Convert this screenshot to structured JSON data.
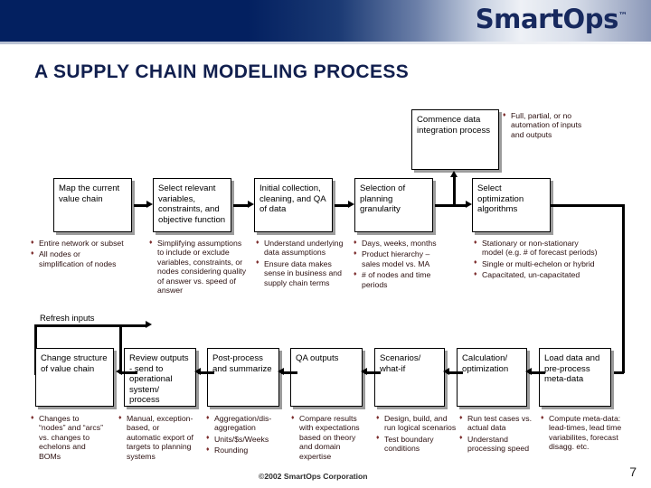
{
  "header": {
    "logo_text": "SmartOps",
    "logo_tm": "™"
  },
  "slide": {
    "title": "A SUPPLY CHAIN MODELING PROCESS",
    "refresh_label": "Refresh inputs",
    "copyright": "©2002 SmartOps Corporation",
    "page_number": "7"
  },
  "top_box": {
    "label": "Commence data integration process"
  },
  "top_bullets": [
    "Full, partial, or no automation of inputs and outputs"
  ],
  "row1": [
    {
      "label": "Map the current value chain",
      "bullets": [
        "Entire network or subset",
        "All nodes or simplification of nodes"
      ]
    },
    {
      "label": "Select relevant variables, constraints, and objective function",
      "bullets": [
        "Simplifying assumptions to include or exclude variables, constraints, or nodes considering quality of answer vs. speed of answer"
      ]
    },
    {
      "label": "Initial collection, cleaning, and QA of data",
      "bullets": [
        "Understand underlying data assumptions",
        "Ensure data makes sense in business and supply chain terms"
      ]
    },
    {
      "label": "Selection of planning granularity",
      "bullets": [
        "Days, weeks, months",
        "Product hierarchy – sales model vs. MA",
        "# of nodes and time periods"
      ]
    },
    {
      "label": "Select optimization algorithms",
      "bullets": [
        "Stationary or non-stationary model (e.g. # of forecast periods)",
        "Single or multi-echelon or hybrid",
        "Capacitated, un-capacitated"
      ]
    }
  ],
  "row2": [
    {
      "label": "Change structure of value chain",
      "bullets": [
        "Changes to “nodes” and “arcs” vs. changes to echelons and BOMs"
      ]
    },
    {
      "label": "Review outputs - send to operational system/ process",
      "bullets": [
        "Manual, exception-based, or automatic export of targets to planning systems"
      ]
    },
    {
      "label": "Post-process and summarize",
      "bullets": [
        "Aggregation/dis-aggregation",
        "Units/$s/Weeks",
        "Rounding"
      ]
    },
    {
      "label": "QA outputs",
      "bullets": [
        "Compare results with expectations based on theory and domain expertise"
      ]
    },
    {
      "label": "Scenarios/ what-if",
      "bullets": [
        "Design, build, and run logical scenarios",
        "Test boundary conditions"
      ]
    },
    {
      "label": "Calculation/ optimization",
      "bullets": [
        "Run test cases vs. actual data",
        "Understand processing speed"
      ]
    },
    {
      "label": "Load data and pre-process meta-data",
      "bullets": [
        "Compute meta-data: lead-times, lead time variabilites, forecast disagg. etc."
      ]
    }
  ],
  "colors": {
    "banner_dark": "#032060",
    "title": "#111f4e",
    "bullet": "#7b2b2b"
  }
}
